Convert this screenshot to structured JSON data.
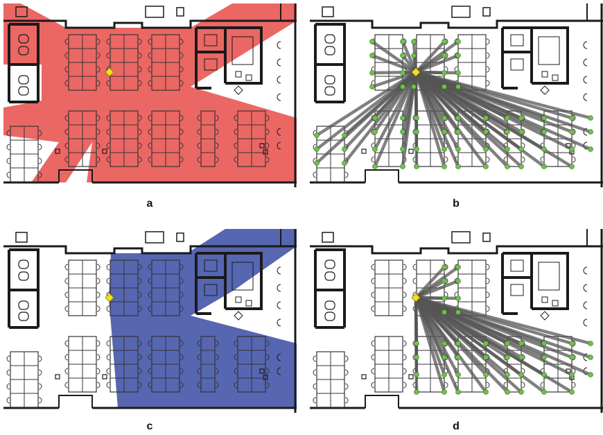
{
  "panels": [
    {
      "label": "a",
      "overlay": "isovist",
      "overlay_color": "#e8524f"
    },
    {
      "label": "b",
      "overlay": "sightlines"
    },
    {
      "label": "c",
      "overlay": "isovist",
      "overlay_color": "#3f51a6"
    },
    {
      "label": "d",
      "overlay": "sightlines"
    }
  ],
  "colors": {
    "wall": "#1a1a1a",
    "furniture": "#333333",
    "viewpoint": "#f2e01a",
    "target": "#6cc24a",
    "sightline": "#555555"
  }
}
